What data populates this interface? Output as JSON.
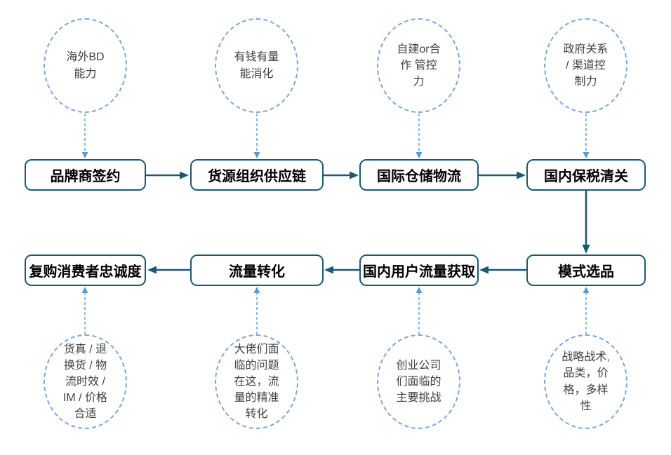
{
  "colors": {
    "background": "#FFFFFF",
    "box_border": "#1A5A72",
    "solid_arrow": "#1A5A72",
    "circle_border": "#7EA6D9",
    "dashed_arrow": "#6FA8DC",
    "dashed_arrowhead": "#5B9BD5",
    "box_text": "#000000",
    "circle_text": "#404040"
  },
  "nodes": {
    "top_circles": [
      {
        "label": "海外BD\n能力"
      },
      {
        "label": "有钱有量\n能消化"
      },
      {
        "label": "自建or合\n作 管控\n力"
      },
      {
        "label": "政府关系\n/ 渠道控\n制力"
      }
    ],
    "row1_boxes": [
      {
        "label": "品牌商签约"
      },
      {
        "label": "货源组织供应链"
      },
      {
        "label": "国际仓储物流"
      },
      {
        "label": "国内保税清关"
      }
    ],
    "row2_boxes": [
      {
        "label": "复购消费者忠诚度"
      },
      {
        "label": "流量转化"
      },
      {
        "label": "国内用户流量获取"
      },
      {
        "label": "模式选品"
      }
    ],
    "bottom_circles": [
      {
        "label": "货真 / 退\n换货 / 物\n流时效 /\nIM / 价格\n合适"
      },
      {
        "label": "大佬们面\n临的问题\n在这，流\n量的精准\n转化"
      },
      {
        "label": "创业公司\n们面临的\n主要挑战"
      },
      {
        "label": "战略战术,\n品类，价\n格，多样\n性"
      }
    ]
  },
  "flow_sequence": [
    "品牌商签约",
    "货源组织供应链",
    "国际仓储物流",
    "国内保税清关",
    "模式选品",
    "国内用户流量获取",
    "流量转化",
    "复购消费者忠诚度"
  ]
}
